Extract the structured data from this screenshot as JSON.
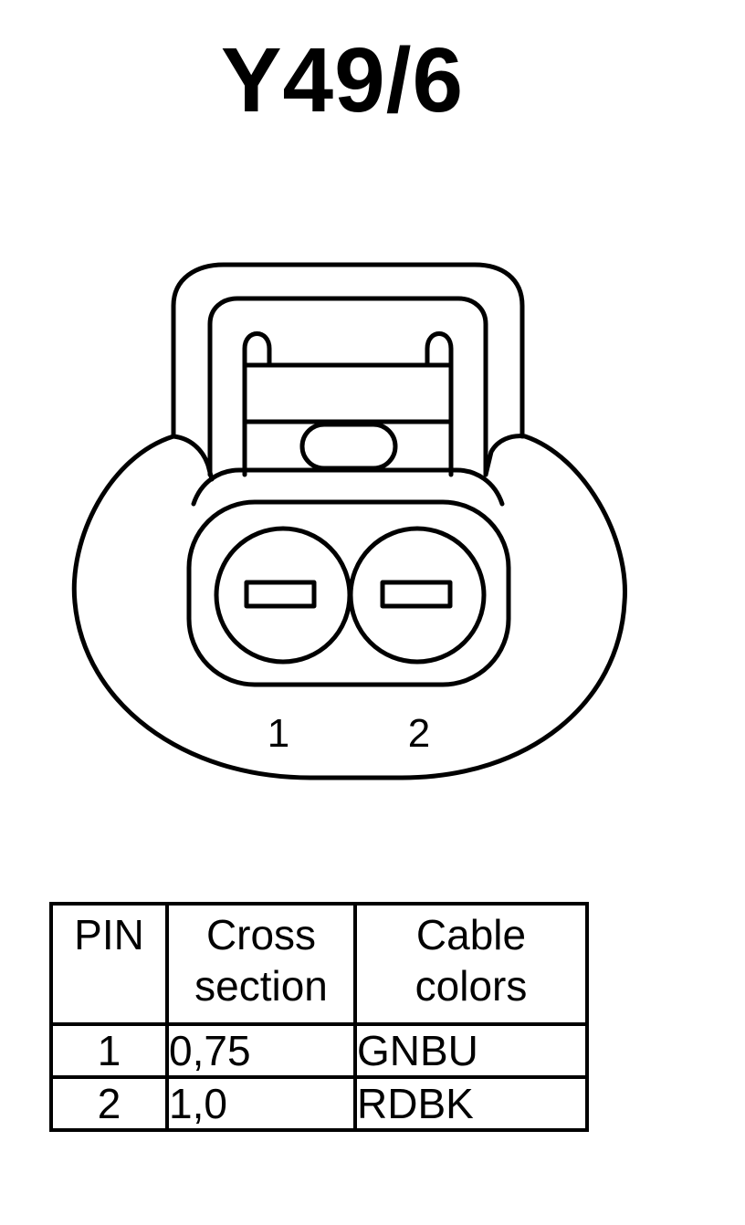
{
  "title": "Y49/6",
  "connector": {
    "pins": [
      {
        "number": "1"
      },
      {
        "number": "2"
      }
    ]
  },
  "table": {
    "headers": [
      {
        "lines": [
          "PIN"
        ]
      },
      {
        "lines": [
          "Cross",
          "section"
        ]
      },
      {
        "lines": [
          "Cable",
          "colors"
        ]
      }
    ],
    "rows": [
      {
        "pin": "1",
        "cross_section": "0,75",
        "color": "GNBU"
      },
      {
        "pin": "2",
        "cross_section": "1,0",
        "color": "RDBK"
      }
    ]
  }
}
